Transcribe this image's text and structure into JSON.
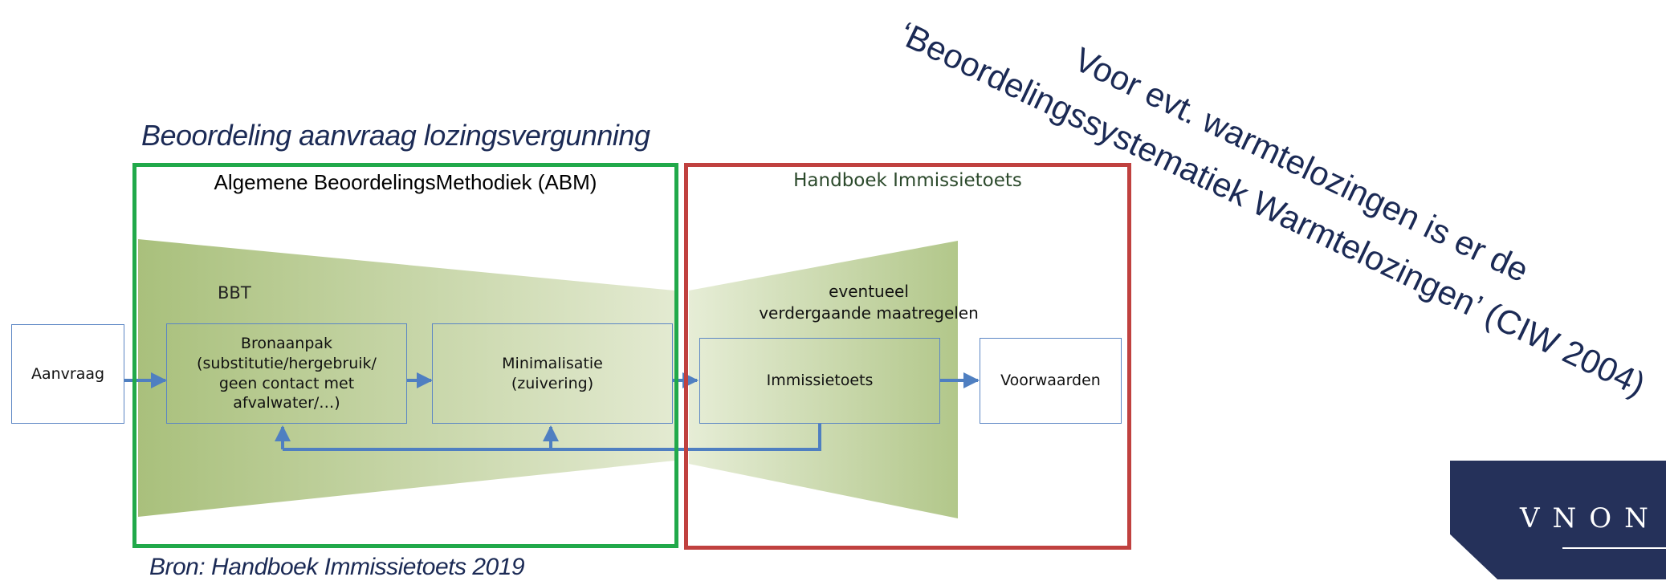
{
  "title": "Beoordeling aanvraag lozingsvergunning",
  "source": "Bron: Handboek Immissietoets 2019",
  "abm_section": {
    "title": "Algemene BeoordelingsMethodiek (ABM)",
    "label": "BBT"
  },
  "him_section": {
    "title": "Handboek Immissietoets",
    "label_line1": "eventueel",
    "label_line2": "verdergaande maatregelen"
  },
  "boxes": {
    "aanvraag": "Aanvraag",
    "bronaanpak_l1": "Bronaanpak",
    "bronaanpak_l2": "(substitutie/hergebruik/",
    "bronaanpak_l3": "geen contact met",
    "bronaanpak_l4": "afvalwater/…)",
    "minimalisatie_l1": "Minimalisatie",
    "minimalisatie_l2": "(zuivering)",
    "immissietoets": "Immissietoets",
    "voorwaarden": "Voorwaarden"
  },
  "note": {
    "line1": "Voor evt. warmtelozingen is er de",
    "line2": "‘Beoordelingssystematiek Warmtelozingen’ (CIW 2004)"
  },
  "logo_text": "VNON",
  "colors": {
    "abm_frame": "#21a94a",
    "him_frame": "#c0413f",
    "arrows": "#4f7fc1",
    "green_dark": "#a9c07c",
    "green_light": "#e4ebd3",
    "navy": "#25315a"
  }
}
